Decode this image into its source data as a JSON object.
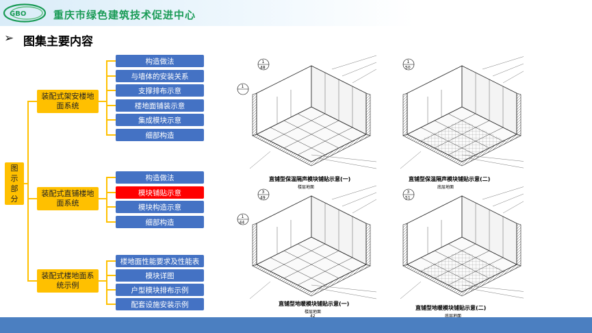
{
  "header": {
    "logo_text": "GBO",
    "org_name": "重庆市绿色建筑技术促进中心"
  },
  "section": {
    "title": "图集主要内容"
  },
  "tree": {
    "root": "图示部分",
    "groups": [
      {
        "label": "装配式架安楼地面系统",
        "items": [
          "构造做法",
          "与墙体的安装关系",
          "支撑排布示意",
          "楼地面铺装示意",
          "集成模块示意",
          "细部构造"
        ]
      },
      {
        "label": "装配式直铺楼地面系统",
        "items": [
          "构造做法",
          "模块铺贴示意",
          "模块构造示意",
          "细部构造"
        ]
      },
      {
        "label": "装配式楼地面系统示例",
        "items": [
          "楼地面性能要求及性能表",
          "模块详图",
          "户型模块排布示例",
          "配套设施安装示例"
        ]
      }
    ],
    "active_item": "模块铺贴示意"
  },
  "drawings": [
    {
      "caption": "直铺型保温隔声模块铺贴示意(一)",
      "sub": "楼层地面",
      "ref_top": "1",
      "ref_bottom": "48"
    },
    {
      "caption": "直铺型保温隔声模块铺贴示意(二)",
      "sub": "底层地面",
      "ref_top": "1",
      "ref_bottom": "50"
    },
    {
      "caption": "直铺型地暖模块铺贴示意(一)",
      "sub": "楼层地面",
      "ref_top": "3",
      "ref_bottom": "49"
    },
    {
      "caption": "直铺型地暖模块铺贴示意(二)",
      "sub": "底层地面",
      "ref_top": "3",
      "ref_bottom": "51"
    }
  ],
  "drawing_side_refs": [
    {
      "top": "1",
      "bottom": ""
    },
    {
      "top": "1",
      "bottom": "44"
    }
  ],
  "page_number": "42",
  "colors": {
    "accent_orange": "#ffc000",
    "node_blue": "#4472c4",
    "highlight_red": "#ff0000",
    "footer_blue": "#4b7fc1",
    "org_green": "#1a9b56"
  }
}
